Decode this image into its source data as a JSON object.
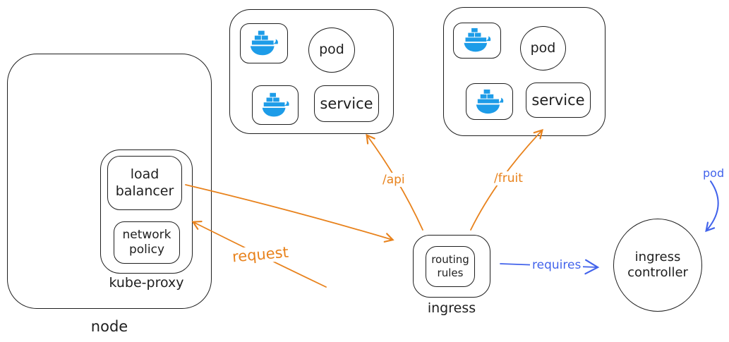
{
  "colors": {
    "stroke": "#1e1e1e",
    "orange": "#e8821c",
    "blue": "#4263eb",
    "docker_blue": "#1d9ce8",
    "bg": "#ffffff"
  },
  "node": {
    "label": "node",
    "kube_proxy": {
      "label": "kube-proxy",
      "load_balancer_label": "load balancer",
      "network_policy_label": "network policy"
    }
  },
  "pod_cluster_api": {
    "pod_label": "pod",
    "service_label": "service"
  },
  "pod_cluster_fruit": {
    "pod_label": "pod",
    "service_label": "service"
  },
  "ingress": {
    "routing_rules_label": "routing rules",
    "label": "ingress"
  },
  "ingress_controller": {
    "label": "ingress controller"
  },
  "arrows": {
    "request_label": "request",
    "api_label": "/api",
    "fruit_label": "/fruit",
    "requires_label": "requires",
    "pod_label": "pod"
  },
  "icons": {
    "docker": "docker-whale-icon"
  }
}
